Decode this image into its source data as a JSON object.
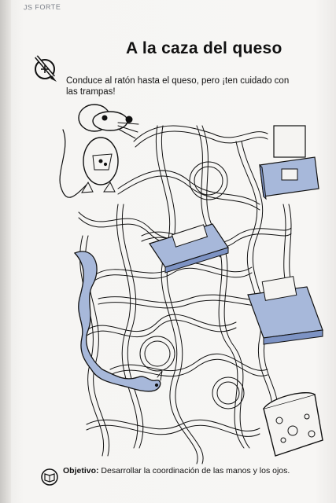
{
  "header": {
    "stamp": "JS FORTE"
  },
  "title": "A la caza del queso",
  "instruction": "Conduce al ratón hasta el queso, pero ¡ten cuidado con las trampas!",
  "footer": {
    "objective_label": "Objetivo:",
    "objective_text": " Desarrollar la coordinación de las manos y los ojos."
  },
  "icons": [
    "pencil-icon",
    "book-icon",
    "mouse-illustration",
    "cheese-illustration",
    "cat-illustration",
    "mousetrap-illustration"
  ],
  "colors": {
    "ink": "#111111",
    "blue_fill": "#a7b8da",
    "blue_dark": "#7d93c4",
    "paper": "#f5f4f2"
  }
}
